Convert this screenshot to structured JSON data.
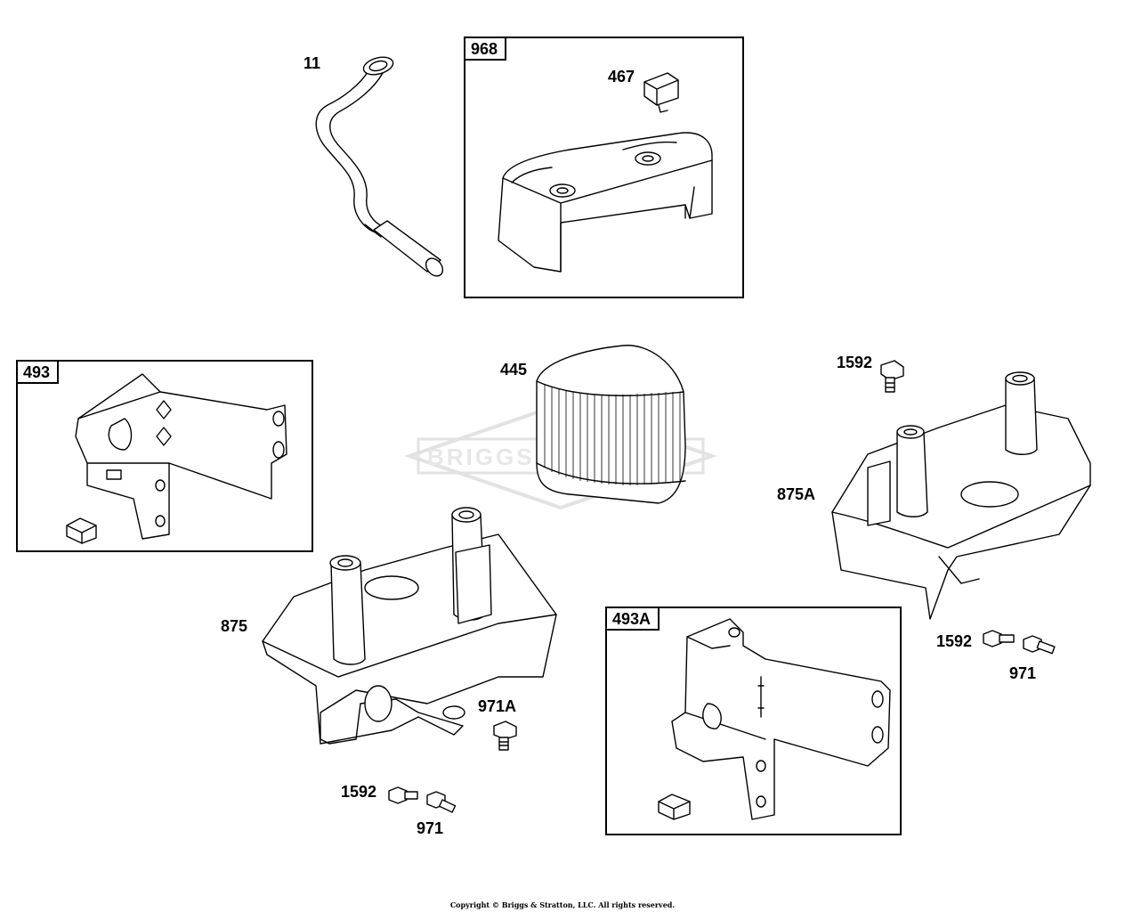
{
  "parts": {
    "p11": "11",
    "p968": "968",
    "p467": "467",
    "p493": "493",
    "p445": "445",
    "p1592_top": "1592",
    "p875A": "875A",
    "p875": "875",
    "p971A": "971A",
    "p493A": "493A",
    "p1592_right": "1592",
    "p971_right": "971",
    "p1592_bottom": "1592",
    "p971_bottom": "971"
  },
  "watermark": "BRIGGS",
  "footer": {
    "copyright": "Copyright © Briggs & Stratton, LLC. All rights reserved."
  }
}
